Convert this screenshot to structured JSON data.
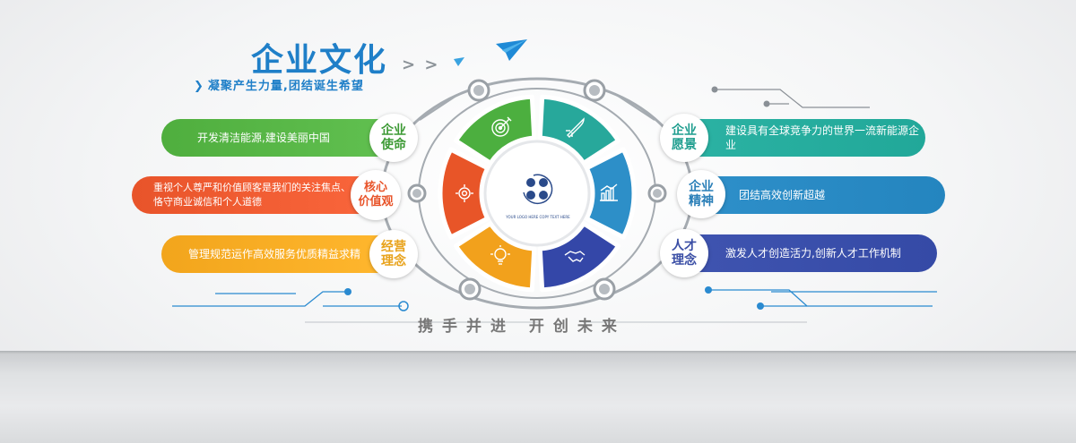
{
  "header": {
    "title": "企业文化",
    "chevrons": "> >",
    "subtitle": "凝聚产生力量,团结诞生希望"
  },
  "motto": "携手并进  开创未来",
  "center": {
    "caption": "YOUR LOGO HERE COPY TEXT HERE",
    "icon": "logo-icon"
  },
  "left": [
    {
      "label": "企业\n使命",
      "text": "开发清洁能源,建设美丽中国",
      "color": "#4fae3e",
      "label_color": "#3d9a35"
    },
    {
      "label": "核心\n价值观",
      "text": "重视个人尊严和价值顾客是我们的关注焦点、\n恪守商业诚信和个人道德",
      "color": "#e8542a",
      "label_color": "#e8542a"
    },
    {
      "label": "经营\n理念",
      "text": "管理规范运作高效服务优质精益求精",
      "color": "#f2a51c",
      "label_color": "#e8a21a"
    }
  ],
  "right": [
    {
      "label": "企业\n愿景",
      "text": "建设具有全球竞争力的世界一流新能源企业",
      "color": "#2bb2a3",
      "label_color": "#1f9e8f"
    },
    {
      "label": "企业\n精神",
      "text": "团结高效创新超越",
      "color": "#2e8fc9",
      "label_color": "#2a7fb8"
    },
    {
      "label": "人才\n理念",
      "text": "激发人才创造活力,创新人才工作机制",
      "color": "#3f54b0",
      "label_color": "#3a4ea5"
    }
  ],
  "petals": [
    {
      "icon": "target-icon",
      "color": "#4caf3f"
    },
    {
      "icon": "rocket-icon",
      "color": "#27a89b"
    },
    {
      "icon": "growth-chart-icon",
      "color": "#2d8fc8"
    },
    {
      "icon": "handshake-icon",
      "color": "#3447a8"
    },
    {
      "icon": "lightbulb-icon",
      "color": "#f2a11c"
    },
    {
      "icon": "gear-icon",
      "color": "#e85528"
    }
  ],
  "colors": {
    "title_blue": "#1f7fc8",
    "gray_ring": "#9aa0a6",
    "deco_blue": "#2a8ad0"
  }
}
